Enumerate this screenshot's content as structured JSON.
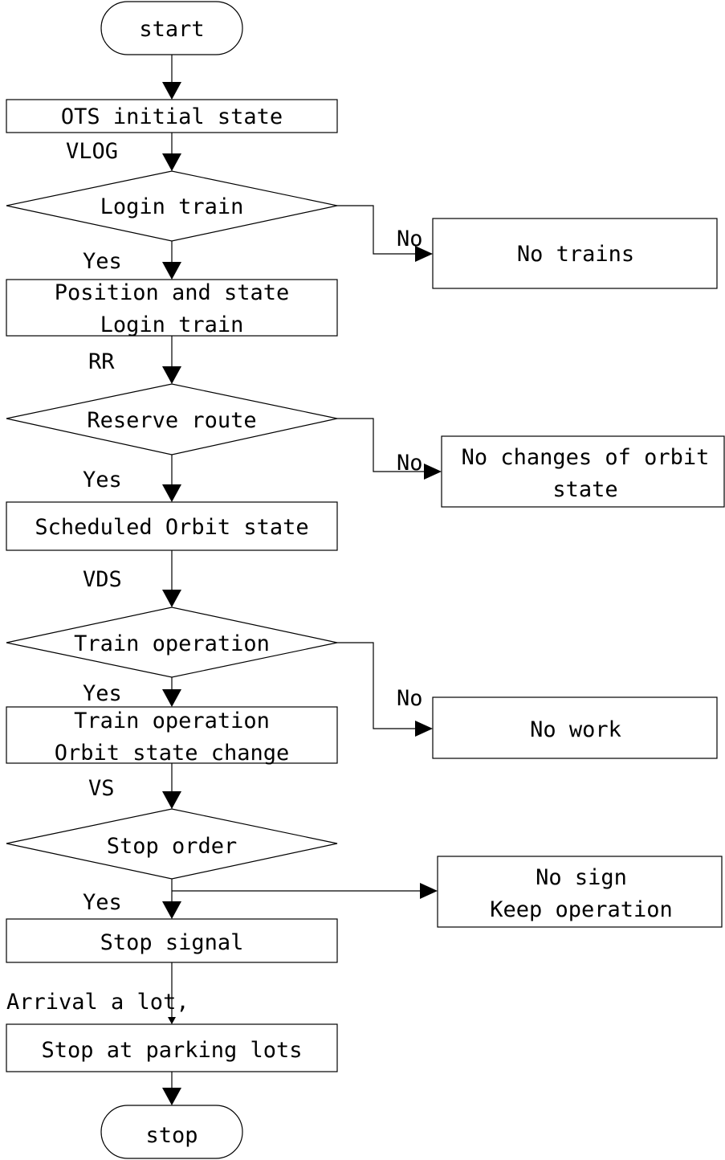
{
  "flowchart": {
    "start": "start",
    "initial_state": "OTS initial state",
    "label_vlog": "VLOG",
    "login_train": "Login train",
    "no_1": "No",
    "no_trains": "No trains",
    "yes_1": "Yes",
    "position_line1": "Position and state",
    "position_line2": "Login train",
    "label_rr": "RR",
    "reserve_route": "Reserve route",
    "no_2": "No",
    "no_changes_line1": "No changes of orbit",
    "no_changes_line2": "state",
    "yes_2": "Yes",
    "scheduled": "Scheduled Orbit state",
    "label_vds": "VDS",
    "train_operation": "Train operation",
    "yes_3": "Yes",
    "no_3": "No",
    "no_work": "No work",
    "operation_line1": "Train operation",
    "operation_line2": "Orbit state change",
    "label_vs": "VS",
    "stop_order": "Stop order",
    "no_sign_line1": "No sign",
    "no_sign_line2": "Keep operation",
    "yes_4": "Yes",
    "stop_signal": "Stop signal",
    "arrival": "Arrival a lot,",
    "stop_parking": "Stop at parking lots",
    "stop": "stop"
  }
}
